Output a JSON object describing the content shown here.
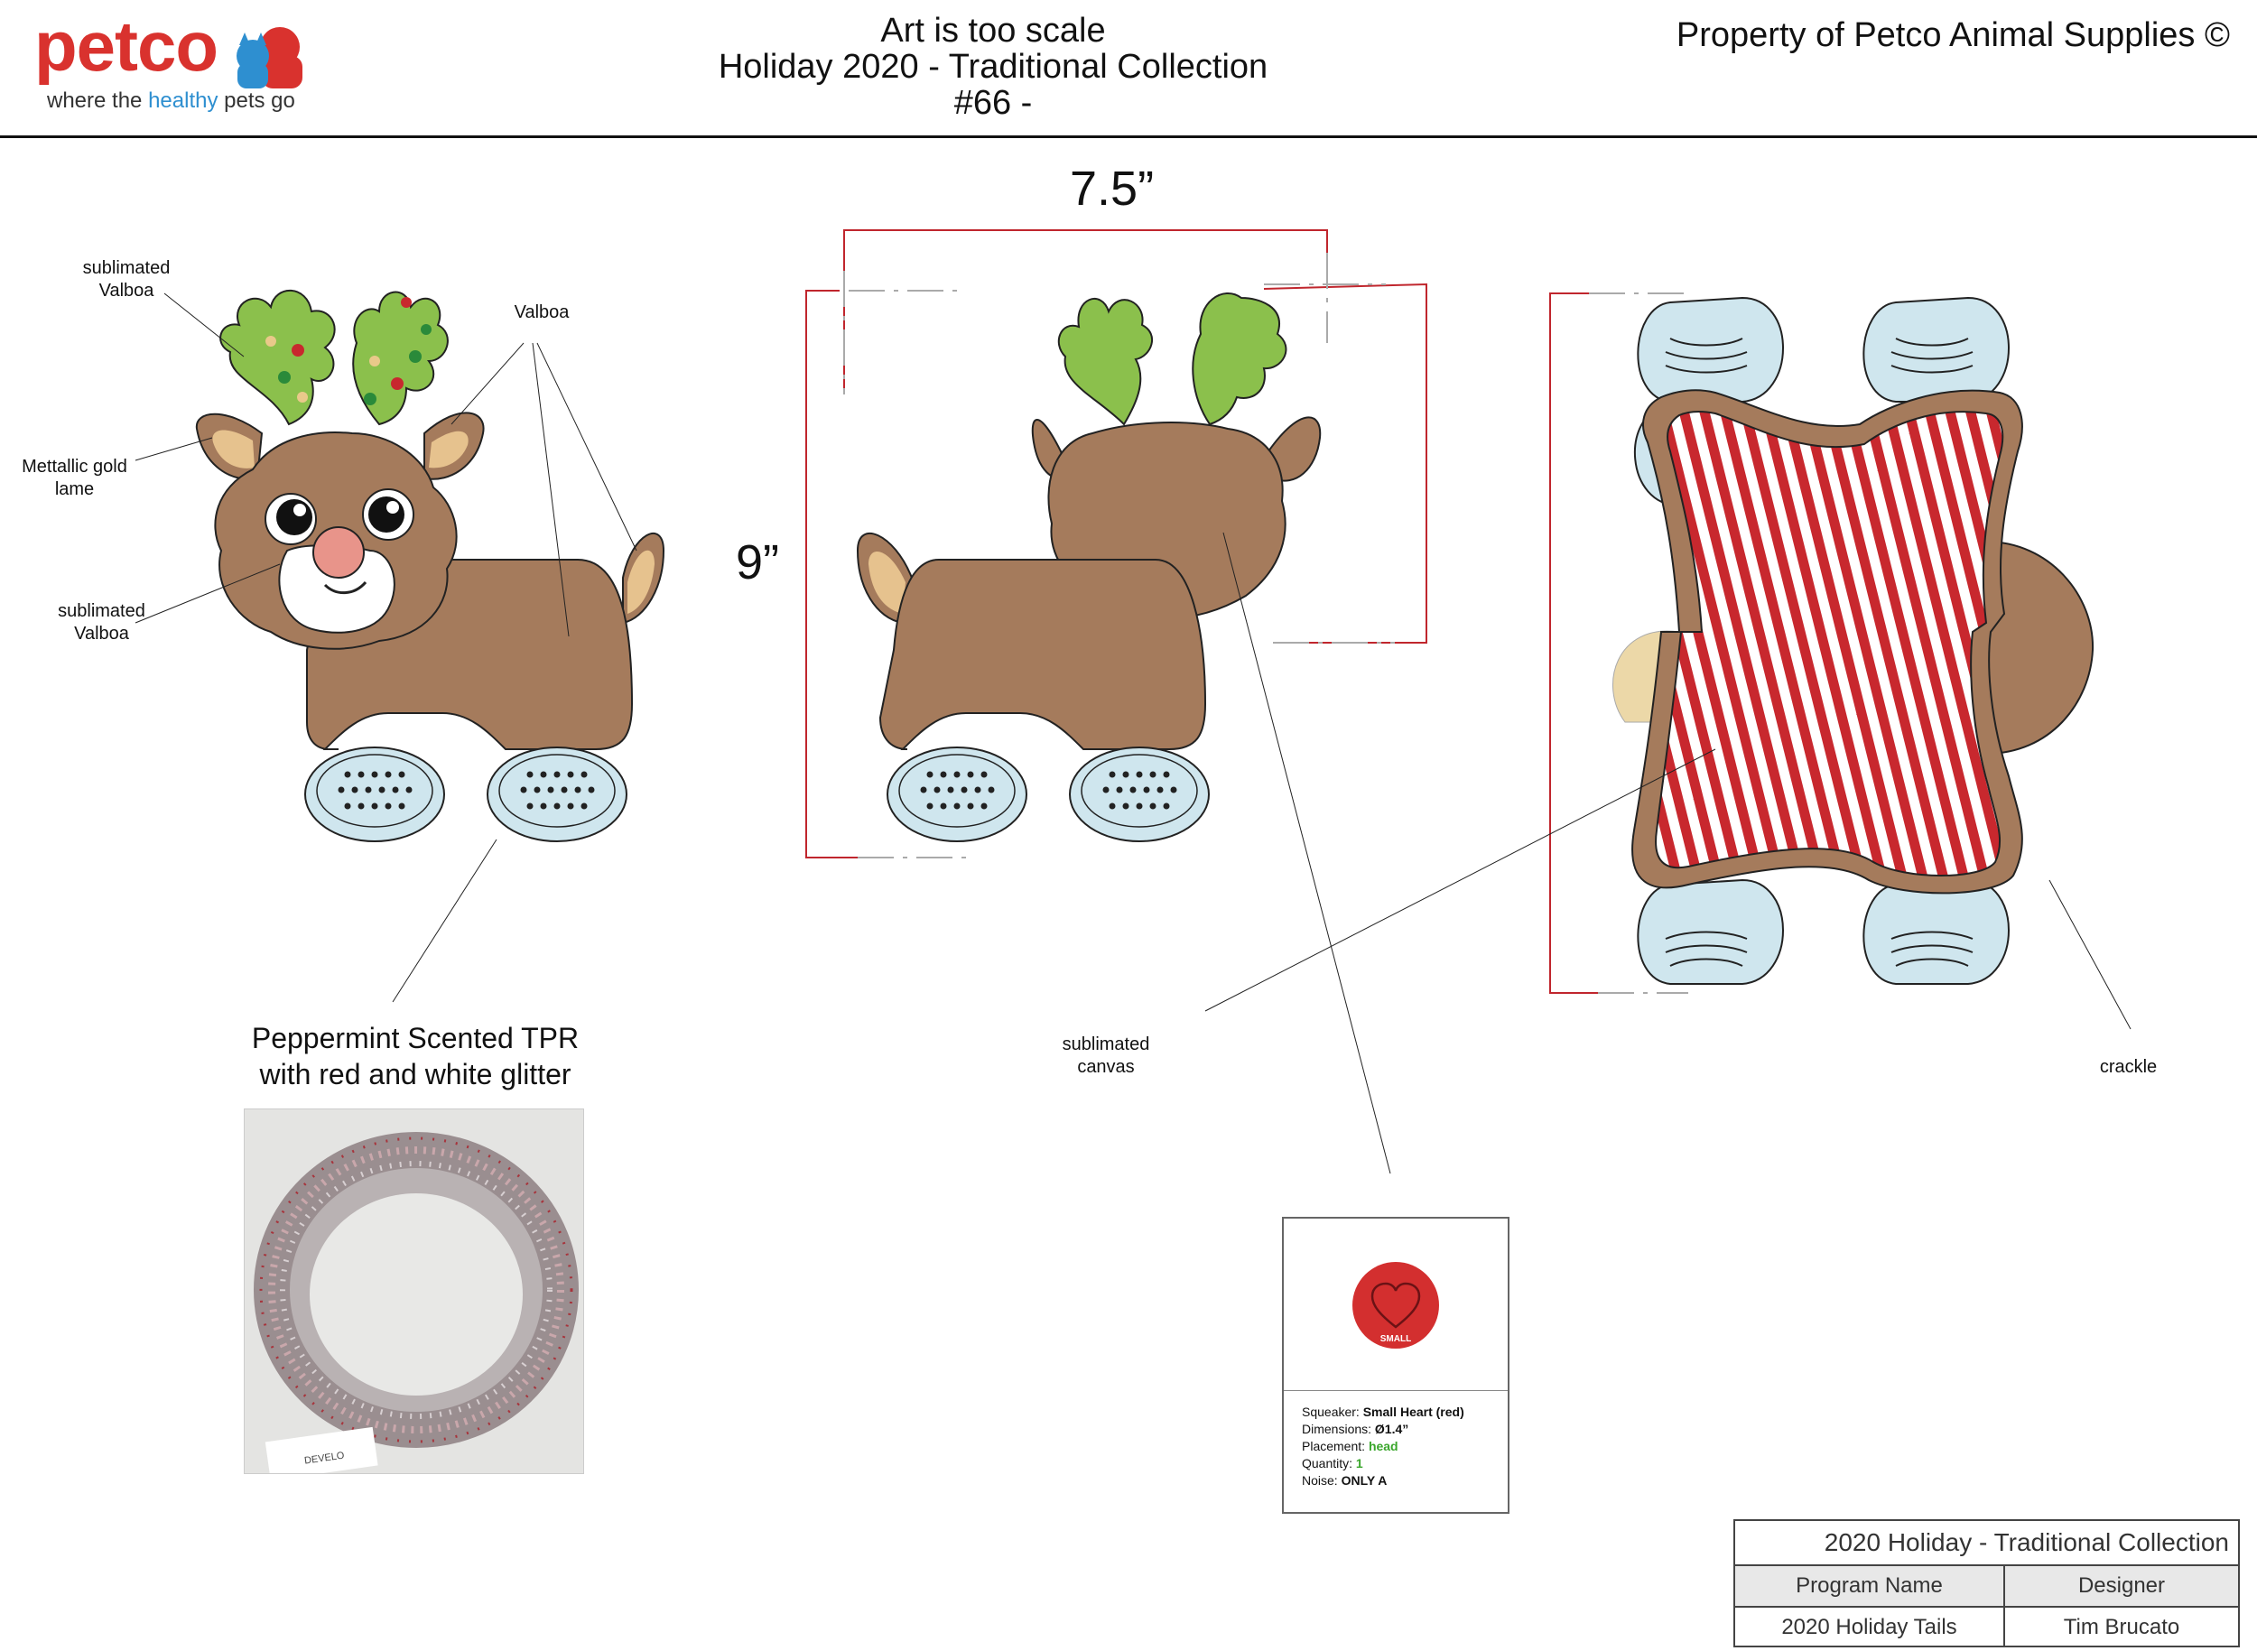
{
  "header": {
    "title_line1": "Art is too scale",
    "title_line2": "Holiday 2020 - Traditional Collection",
    "title_line3": "#66 -",
    "property": "Property of Petco Animal Supplies ©"
  },
  "logo": {
    "word": "petco",
    "tagline_pre": "where the",
    "tagline_healthy": "healthy",
    "tagline_post": "pets go"
  },
  "dimensions": {
    "width": "7.5”",
    "height": "9”"
  },
  "callouts": {
    "sublimated_valboa_top_1": "sublimated",
    "sublimated_valboa_top_2": "Valboa",
    "valboa": "Valboa",
    "metallic_1": "Mettallic gold",
    "metallic_2": "lame",
    "sublimated_valboa_face_1": "sublimated",
    "sublimated_valboa_face_2": "Valboa",
    "canvas_1": "sublimated",
    "canvas_2": "canvas",
    "crackle": "crackle"
  },
  "tpr": {
    "line1": "Peppermint Scented TPR",
    "line2": "with red and white glitter",
    "photo_label": "DEVELO"
  },
  "squeaker": {
    "badge": "SMALL",
    "squeaker_label": "Squeaker:",
    "squeaker_value": "Small Heart (red)",
    "dimensions_label": "Dimensions:",
    "dimensions_value": "Ø1.4”",
    "placement_label": "Placement:",
    "placement_value": "head",
    "quantity_label": "Quantity:",
    "quantity_value": "1",
    "noise_label": "Noise:",
    "noise_value": "ONLY A"
  },
  "title_block": {
    "collection": "2020 Holiday - Traditional Collection",
    "program_header": "Program Name",
    "designer_header": "Designer",
    "program_value": "2020 Holiday Tails",
    "designer_value": "Tim Brucato"
  },
  "colors": {
    "brand_red": "#d9322e",
    "body_brown": "#a57b5c",
    "antler_green": "#8bc04c",
    "paw_blue": "#cfe6ee",
    "stripe_red": "#c8282e",
    "dim_red": "#c0262d"
  }
}
